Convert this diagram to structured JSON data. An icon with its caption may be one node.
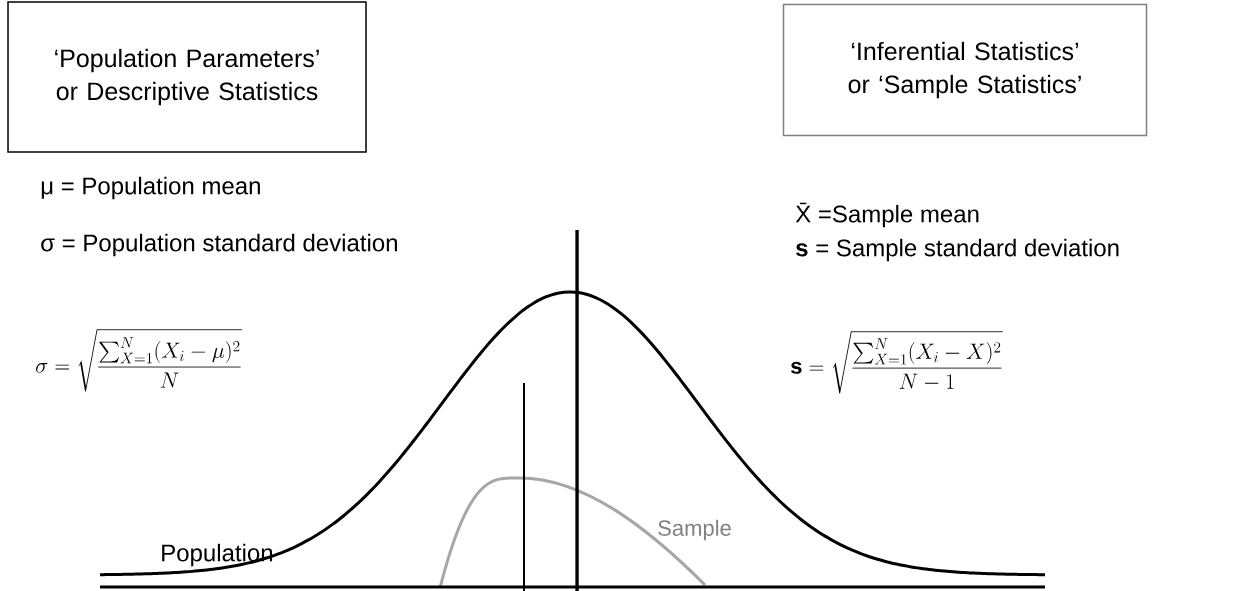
{
  "diagram": {
    "nodes": [
      {
        "text": [
          "‘Population Parameters’ or Descriptive Statistics"
        ]
      },
      {
        "text": [
          "‘Inferential Statistics’ or ‘Sample Statistics’"
        ]
      }
    ],
    "labels": [
      "μ = Population mean",
      "X̄ =Sample mean",
      "σ = Population standard deviation",
      "**s** = Sample standard deviation",
      "\\sigma = \\sqrt{\\frac{\\sum_{X=1}^{N}(X_i-\\mu)^2}{N}}",
      "\\mathbf{s} = \\sqrt{\\frac{\\sum_{X=1}^{N}(X_i-X)^2}{N-1}}",
      "Population",
      "Sample"
    ]
  }
}
